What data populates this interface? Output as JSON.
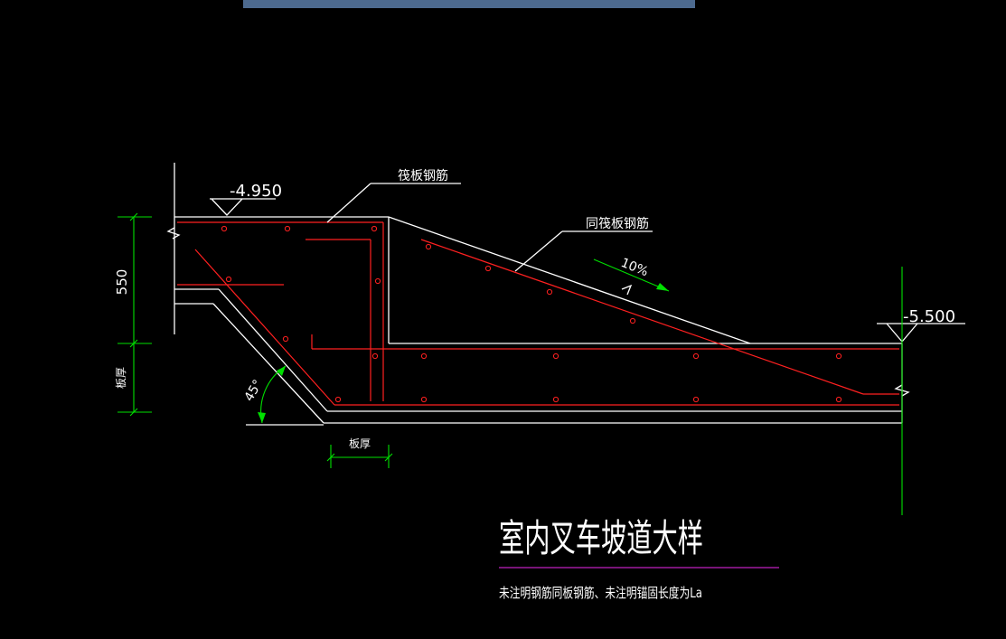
{
  "window": {
    "top_bar_color": "#4d6a8f"
  },
  "drawing": {
    "colors": {
      "background": "#000000",
      "outline": "#ffffff",
      "rebar": "#ff2020",
      "dimension": "#00e000",
      "underline": "#c020c0"
    },
    "elevation_top": "-4.950",
    "elevation_bottom": "-5.500",
    "label_raft_rebar": "筏板钢筋",
    "label_same_raft_rebar": "同筏板钢筋",
    "slope_label": "10%",
    "dim_550": "550",
    "dim_slab_thickness_left": "板厚",
    "dim_slab_thickness_bottom": "板厚",
    "angle_label": "45°",
    "title": "室内叉车坡道大样",
    "note": "未注明钢筋同板钢筋、未注明锚固长度为La"
  }
}
